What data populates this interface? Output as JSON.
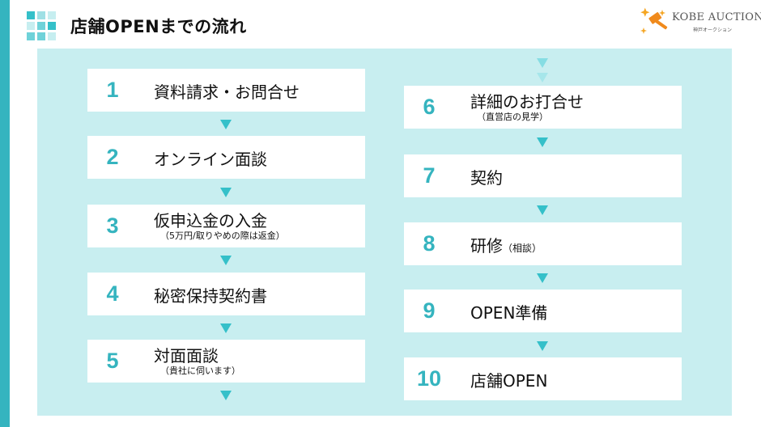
{
  "header": {
    "title": "店舗OPENまでの流れ"
  },
  "logo": {
    "name": "KOBE AUCTION",
    "subtitle": "神戸オークション"
  },
  "colors": {
    "accent": "#35b4bf",
    "panel": "#c8eef0",
    "arrow": "#35c0c9"
  },
  "steps": [
    {
      "number": "1",
      "label": "資料請求・お問合せ",
      "note": ""
    },
    {
      "number": "2",
      "label": "オンライン面談",
      "note": ""
    },
    {
      "number": "3",
      "label": "仮申込金の入金",
      "note": "（5万円/取りやめの際は返金）"
    },
    {
      "number": "4",
      "label": "秘密保持契約書",
      "note": ""
    },
    {
      "number": "5",
      "label": "対面面談",
      "note": "（貴社に伺います）"
    },
    {
      "number": "6",
      "label": "詳細のお打合せ",
      "note": "（直営店の見学）"
    },
    {
      "number": "7",
      "label": "契約",
      "note": ""
    },
    {
      "number": "8",
      "label": "研修",
      "inline_note": "（相談）"
    },
    {
      "number": "9",
      "label": "OPEN準備",
      "note": ""
    },
    {
      "number": "10",
      "label": "店舗OPEN",
      "note": ""
    }
  ]
}
